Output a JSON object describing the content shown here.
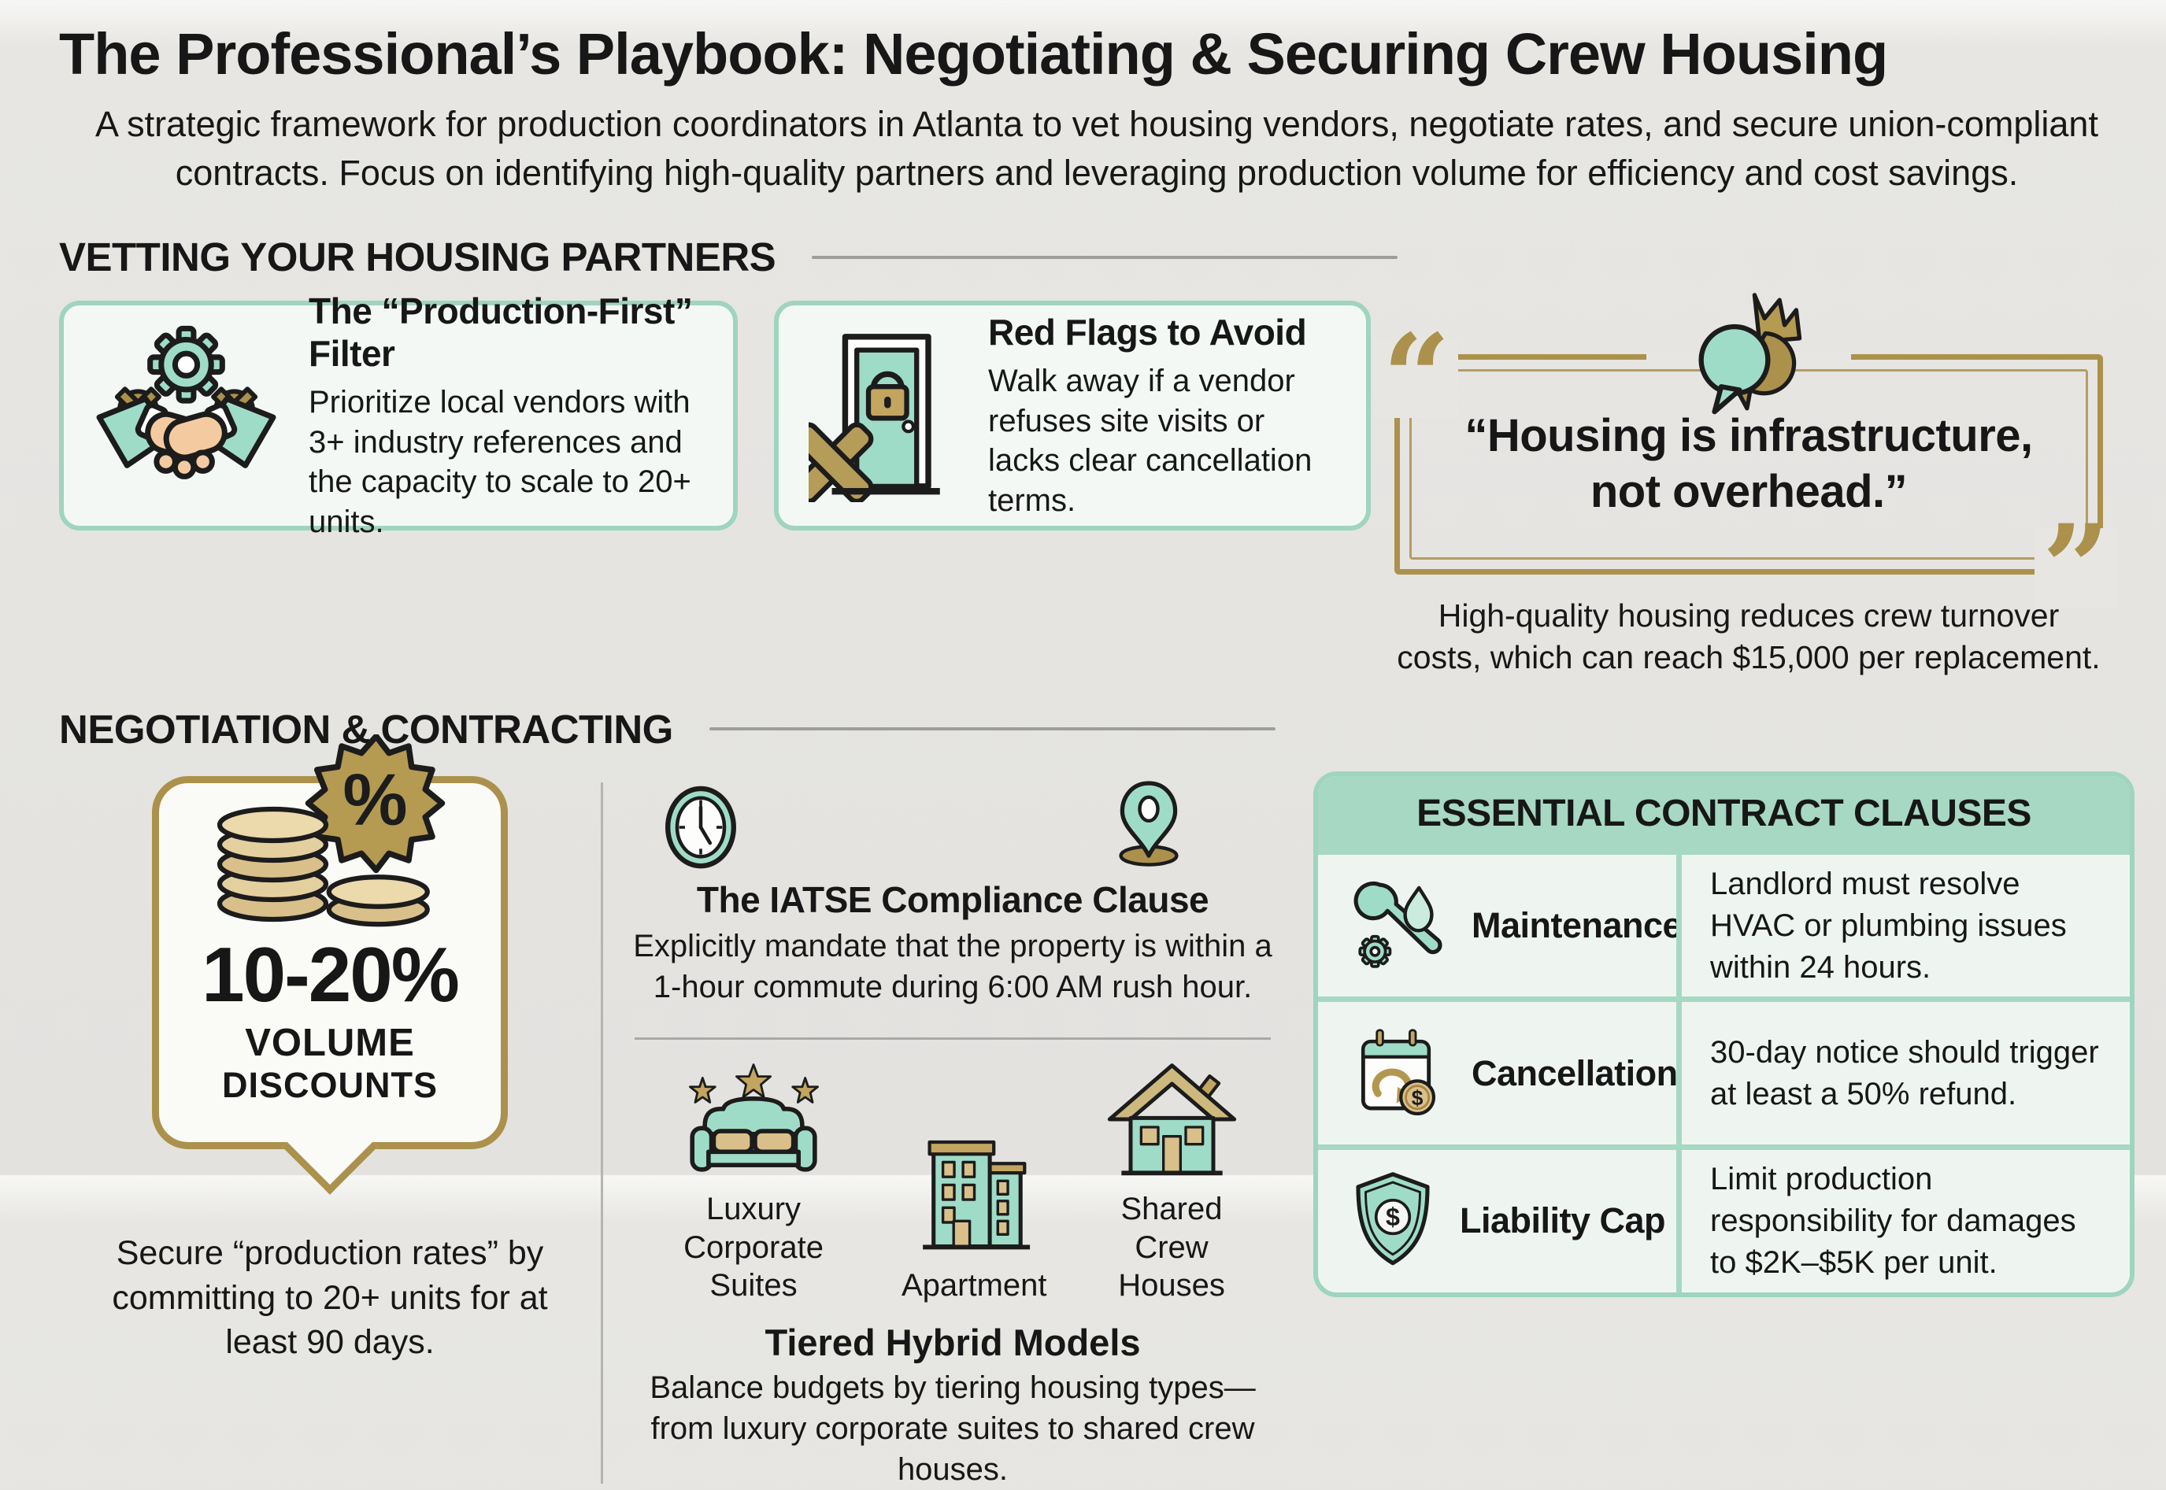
{
  "page": {
    "title": "The Professional’s Playbook: Negotiating & Securing Crew Housing",
    "subtitle": "A strategic framework for production coordinators in Atlanta to vet housing vendors, negotiate rates, and secure union-compliant contracts. Focus on identifying high-quality partners and leveraging production volume for efficiency and cost savings."
  },
  "colors": {
    "background": "#e7e6e3",
    "card_background": "#f3f8f5",
    "teal_border": "#9fd4c0",
    "teal_fill": "#9fdcc8",
    "teal_band": "#a7d8c4",
    "gold": "#ab914c",
    "text": "#171717"
  },
  "vetting": {
    "heading": "VETTING YOUR HOUSING PARTNERS",
    "cards": [
      {
        "icon": "handshake-gears-icon",
        "title": "The “Production-First” Filter",
        "body": "Prioritize local vendors with 3+ industry references and the capacity to scale to 20+ units."
      },
      {
        "icon": "door-x-lock-icon",
        "title": "Red Flags to Avoid",
        "body": "Walk away if a vendor refuses site visits or lacks clear cancellation terms."
      }
    ],
    "quote": {
      "icon": "chat-bubbles-crown-icon",
      "open_mark": "“",
      "close_mark": "”",
      "text": "“Housing is infrastructure, not overhead.”",
      "caption": "High-quality housing reduces crew turnover costs, which can reach $15,000 per replacement."
    }
  },
  "negotiation": {
    "heading": "NEGOTIATION & CONTRACTING",
    "discount": {
      "icon": "coins-percent-icon",
      "percent_glyph": "%",
      "value": "10-20%",
      "label_line1": "VOLUME",
      "label_line2": "DISCOUNTS",
      "caption": "Secure “production rates” by committing to 20+ units for at least 90 days."
    },
    "iatse": {
      "left_icon": "clock-icon",
      "right_icon": "map-pin-icon",
      "title": "The IATSE Compliance Clause",
      "body": "Explicitly mandate that the property is within a 1-hour commute during 6:00 AM rush hour."
    },
    "tiers": {
      "items": [
        {
          "icon": "sofa-stars-icon",
          "label": "Luxury Corporate Suites"
        },
        {
          "icon": "apartment-building-icon",
          "label": "Apartment"
        },
        {
          "icon": "house-icon",
          "label": "Shared Crew Houses"
        }
      ],
      "title": "Tiered Hybrid Models",
      "body": "Balance budgets by tiering housing types—from luxury corporate suites to shared crew houses."
    },
    "clauses": {
      "heading": "ESSENTIAL CONTRACT CLAUSES",
      "dollar_glyph": "$",
      "rows": [
        {
          "icon": "wrench-droplet-gear-icon",
          "label": "Maintenance",
          "text": "Landlord must resolve HVAC or plumbing issues within 24 hours."
        },
        {
          "icon": "calendar-refund-icon",
          "label": "Cancellation",
          "text": "30-day notice should trigger at least a 50% refund."
        },
        {
          "icon": "shield-dollar-icon",
          "label": "Liability Cap",
          "text": "Limit production responsibility for damages to $2K–$5K per unit."
        }
      ]
    }
  }
}
